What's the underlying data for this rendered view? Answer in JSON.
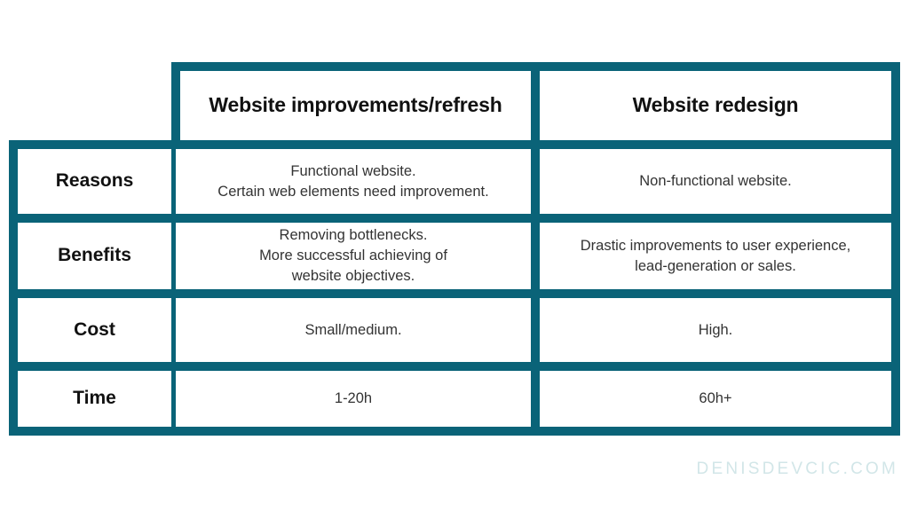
{
  "colors": {
    "table_rule": "#0A6378",
    "cell_background": "#FFFFFF",
    "header_text": "#111111",
    "body_text": "#333333",
    "watermark": "#D2E6E8",
    "page_background": "#FFFFFF"
  },
  "table": {
    "corner_label": "",
    "column_headers": [
      "Website improvements/refresh",
      "Website redesign"
    ],
    "rows": [
      {
        "label": "Reasons",
        "cells": [
          [
            "Functional website.",
            "Certain web elements need improvement."
          ],
          [
            "Non-functional website."
          ]
        ]
      },
      {
        "label": "Benefits",
        "cells": [
          [
            "Removing bottlenecks.",
            "More successful achieving of",
            "website objectives."
          ],
          [
            "Drastic improvements to user experience,",
            "lead-generation or sales."
          ]
        ]
      },
      {
        "label": "Cost",
        "cells": [
          [
            "Small/medium."
          ],
          [
            "High."
          ]
        ]
      },
      {
        "label": "Time",
        "cells": [
          [
            "1-20h"
          ],
          [
            "60h+"
          ]
        ]
      }
    ]
  },
  "watermark": {
    "text": "DENISDEVCIC.COM"
  }
}
